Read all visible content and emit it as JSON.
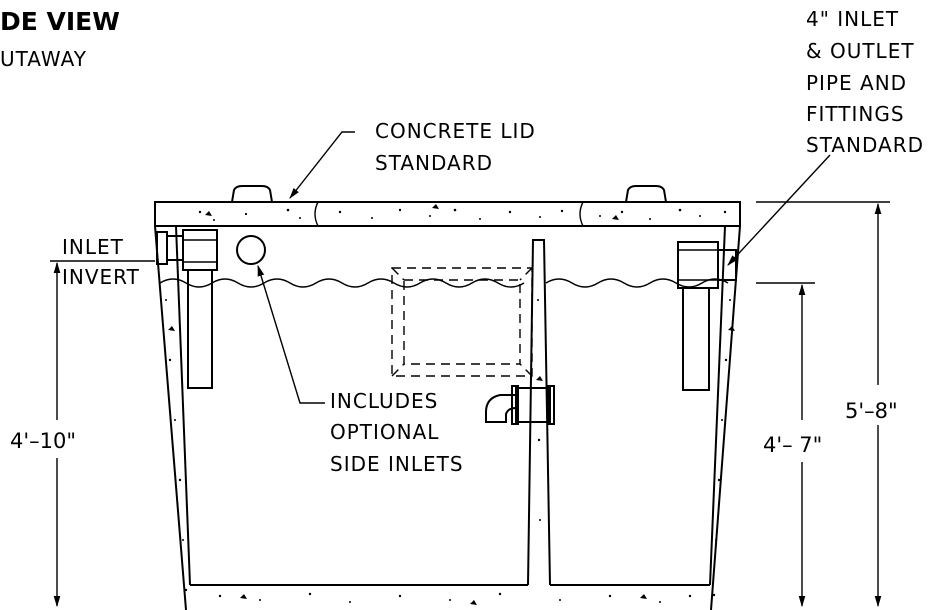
{
  "title": "DE VIEW",
  "subtitle": "UTAWAY",
  "labels": {
    "inlet_outlet": [
      "4\" INLET",
      "& OUTLET",
      "PIPE AND",
      "FITTINGS",
      "STANDARD"
    ],
    "lid": [
      "CONCRETE LID",
      "STANDARD"
    ],
    "invert": [
      "INLET",
      "INVERT"
    ],
    "side_inlets": [
      "INCLUDES",
      "OPTIONAL",
      "SIDE INLETS"
    ]
  },
  "dimensions": {
    "left_height": "4'–10\"",
    "inner_height": "4'– 7\"",
    "overall_height": "5'–8\""
  }
}
